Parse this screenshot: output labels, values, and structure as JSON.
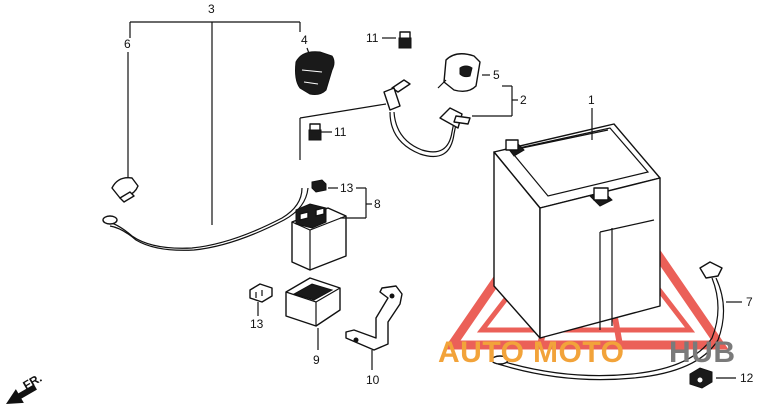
{
  "diagram": {
    "callouts": [
      "1",
      "2",
      "3",
      "4",
      "5",
      "6",
      "7",
      "8",
      "9",
      "10",
      "11",
      "11",
      "12",
      "13",
      "13"
    ],
    "direction_label": "FR.",
    "watermark": {
      "part1": "AUTO",
      "part2": "MOTO",
      "part3": "HUB"
    }
  },
  "colors": {
    "line": "#111111",
    "watermark_red": "#e8453c",
    "watermark_orange": "#f2a33a",
    "watermark_gray": "#7a7a7a"
  }
}
